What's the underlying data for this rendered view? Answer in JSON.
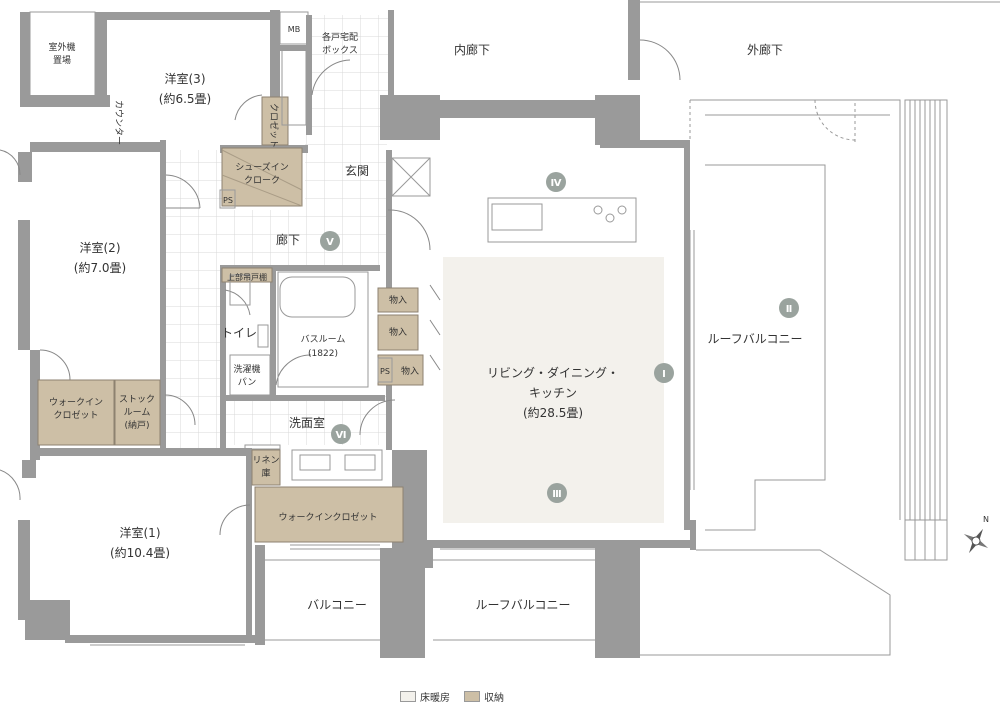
{
  "rooms": {
    "outdoor_unit": [
      "室外機",
      "置場"
    ],
    "bedroom3": [
      "洋室(3)",
      "(約6.5畳)"
    ],
    "counter": "カウンター",
    "bedroom2": [
      "洋室(2)",
      "(約7.0畳)"
    ],
    "bedroom1": [
      "洋室(1)",
      "(約10.4畳)"
    ],
    "walkin1": [
      "ウォークイン",
      "クロゼット"
    ],
    "stock": [
      "ストック",
      "ルーム",
      "(納戸)"
    ],
    "mb": "MB",
    "delivery_box": [
      "各戸宅配",
      "ボックス"
    ],
    "closet": "クロゼット",
    "shoe_closet": [
      "シューズイン",
      "クローク"
    ],
    "ps": "PS",
    "entrance": "玄関",
    "hallway": "廊下",
    "upper_cabinet": "上部吊戸棚",
    "toilet": "トイレ",
    "bathroom": [
      "バスルーム",
      "(1822)"
    ],
    "laundry_pan": [
      "洗濯機",
      "パン"
    ],
    "storage": "物入",
    "washroom": "洗面室",
    "linen": [
      "リネン",
      "庫"
    ],
    "walkin2": "ウォークインクロゼット",
    "ldk": [
      "リビング・ダイニング・",
      "キッチン",
      "(約28.5畳)"
    ],
    "inner_corridor": "内廊下",
    "outer_corridor": "外廊下",
    "roof_balcony": "ルーフバルコニー",
    "balcony": "バルコニー"
  },
  "badges": [
    "Ⅰ",
    "Ⅱ",
    "Ⅲ",
    "Ⅳ",
    "Ⅴ",
    "Ⅵ"
  ],
  "legend": {
    "heated": "床暖房",
    "storage": "収納"
  },
  "compass": "N",
  "colors": {
    "wall": "#9a9a9a",
    "storage": "#cdbfa6",
    "heated": "#f3f1ec",
    "badge": "#9aa39e"
  }
}
